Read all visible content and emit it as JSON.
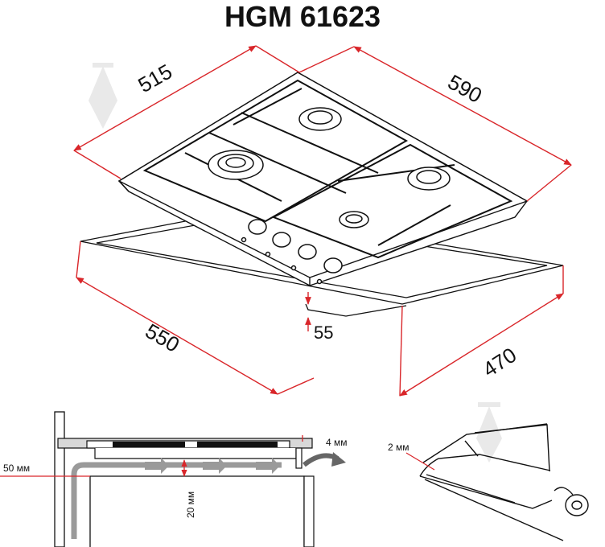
{
  "title": "HGM 61623",
  "dimensions": {
    "hob_depth": "515",
    "hob_width": "590",
    "cutout_width": "550",
    "cutout_depth": "470",
    "cutout_height": "55"
  },
  "installation": {
    "wall_gap": "50 мм",
    "air_gap": "20 мм",
    "top_gap": "4 мм",
    "seal_gap": "2 мм"
  },
  "colors": {
    "dimension_red": "#d9262a",
    "airflow_grey": "#9a9a9a",
    "line_dark": "#111111"
  }
}
